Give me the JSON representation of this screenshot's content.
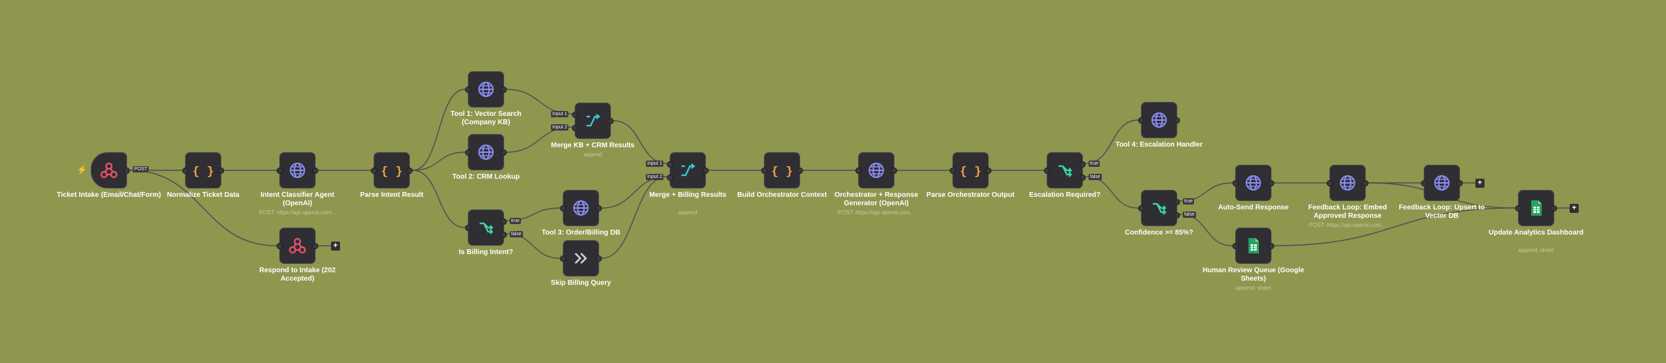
{
  "workflow": {
    "nodes": [
      {
        "id": "ticket-intake",
        "label": "Ticket Intake (Email/Chat/Form)",
        "icon": "webhook-icon",
        "trigger": true
      },
      {
        "id": "normalize",
        "label": "Normalize Ticket Data",
        "icon": "code-icon"
      },
      {
        "id": "intent-classifier",
        "label": "Intent Classifier Agent (OpenAI)",
        "icon": "globe-icon",
        "sub": "POST: https://api.openai.com..."
      },
      {
        "id": "respond-intake",
        "label": "Respond to Intake (202 Accepted)",
        "icon": "webhook-icon"
      },
      {
        "id": "parse-intent",
        "label": "Parse Intent Result",
        "icon": "code-icon"
      },
      {
        "id": "tool1",
        "label": "Tool 1: Vector Search (Company KB)",
        "icon": "globe-icon"
      },
      {
        "id": "tool2",
        "label": "Tool 2: CRM Lookup",
        "icon": "globe-icon"
      },
      {
        "id": "is-billing",
        "label": "Is Billing Intent?",
        "icon": "if-icon"
      },
      {
        "id": "merge-kb",
        "label": "Merge KB + CRM Results",
        "icon": "merge-icon",
        "sub": "append"
      },
      {
        "id": "tool3",
        "label": "Tool 3: Order/Billing DB",
        "icon": "globe-icon"
      },
      {
        "id": "skip-billing",
        "label": "Skip Billing Query",
        "icon": "noop-icon"
      },
      {
        "id": "merge-billing",
        "label": "Merge + Billing Results",
        "icon": "merge-icon",
        "sub": "append"
      },
      {
        "id": "build-context",
        "label": "Build Orchestrator Context",
        "icon": "code-icon"
      },
      {
        "id": "orchestrator",
        "label": "Orchestrator + Response Generator (OpenAI)",
        "icon": "globe-icon",
        "sub": "POST: https://api.openai.com..."
      },
      {
        "id": "parse-orchestrator",
        "label": "Parse Orchestrator Output",
        "icon": "code-icon"
      },
      {
        "id": "escalation",
        "label": "Escalation Required?",
        "icon": "if-icon"
      },
      {
        "id": "tool4",
        "label": "Tool 4: Escalation Handler",
        "icon": "globe-icon"
      },
      {
        "id": "confidence",
        "label": "Confidence >= 85%?",
        "icon": "if-icon"
      },
      {
        "id": "auto-send",
        "label": "Auto-Send Response",
        "icon": "globe-icon"
      },
      {
        "id": "human-review",
        "label": "Human Review Queue (Google Sheets)",
        "icon": "sheets-icon",
        "sub": "append: sheet"
      },
      {
        "id": "feedback-embed",
        "label": "Feedback Loop: Embed Approved Response",
        "icon": "globe-icon",
        "sub": "POST: https://api.openai.com..."
      },
      {
        "id": "feedback-upsert",
        "label": "Feedback Loop: Upsert to Vector DB",
        "icon": "globe-icon"
      },
      {
        "id": "analytics",
        "label": "Update Analytics Dashboard",
        "icon": "sheets-icon",
        "sub": "append: sheet"
      }
    ],
    "port_tags": {
      "post": "POST",
      "input1": "Input 1",
      "input2": "Input 2",
      "true": "true",
      "false": "false"
    },
    "plus_label": "+",
    "trigger_glyph": "⚡"
  }
}
